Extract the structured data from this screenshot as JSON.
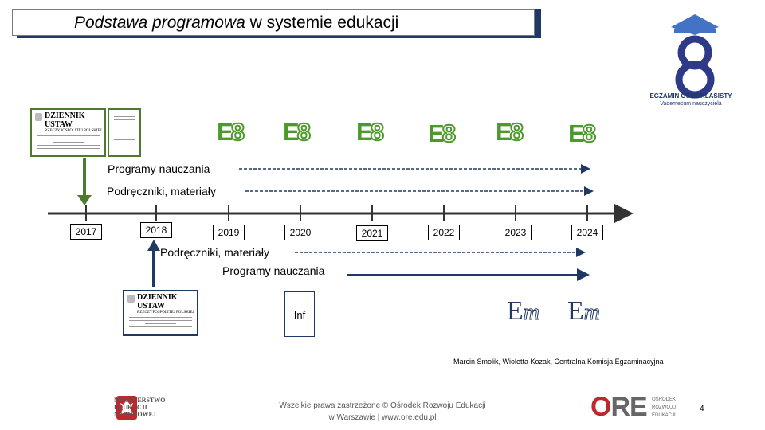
{
  "title": {
    "italic_part": "Podstawa programowa",
    "rest": " w systemie edukacji"
  },
  "logo": {
    "caption_line1": "EGZAMIN ÓSMOKLASISTY",
    "caption_line2": "Vademecum nauczyciela"
  },
  "documents": {
    "dziennik_title": "DZIENNIK USTAW",
    "dziennik_subtitle": "RZECZYPOSPOLITEJ POLSKIEJ"
  },
  "e8_badge": {
    "letter": "E",
    "digit": "8"
  },
  "timeline_upper": {
    "programs_label": "Programy nauczania",
    "textbooks_label": "Podręczniki, materiały"
  },
  "years": [
    "2017",
    "2018",
    "2019",
    "2020",
    "2021",
    "2022",
    "2023",
    "2024"
  ],
  "timeline_lower": {
    "textbooks_label": "Podręczniki, materiały",
    "programs_label": "Programy nauczania"
  },
  "inf_box": "Inf",
  "em_badge": {
    "letter": "E",
    "sub": "m"
  },
  "authors": "Marcin Smolik, Wioletta Kozak, Centralna Komisja Egzaminacyjna",
  "footer": {
    "copyright_line1": "Wszelkie prawa zastrzeżone © Ośrodek Rozwoju Edukacji",
    "copyright_line2": "w Warszawie | www.ore.edu.pl",
    "page_number": "4",
    "ministry_line1": "MINISTERSTWO",
    "ministry_line2": "EDUKACJI",
    "ministry_line3": "NARODOWEJ",
    "ore_o": "O",
    "ore_rest": "RE",
    "ore_sub1": "OŚRODEK",
    "ore_sub2": "ROZWOJU",
    "ore_sub3": "EDUKACJI"
  },
  "colors": {
    "accent_navy": "#1f3864",
    "e8_green": "#4c9a2a",
    "ore_red": "#c0272d",
    "doc_border_green": "#4e7a2e"
  }
}
